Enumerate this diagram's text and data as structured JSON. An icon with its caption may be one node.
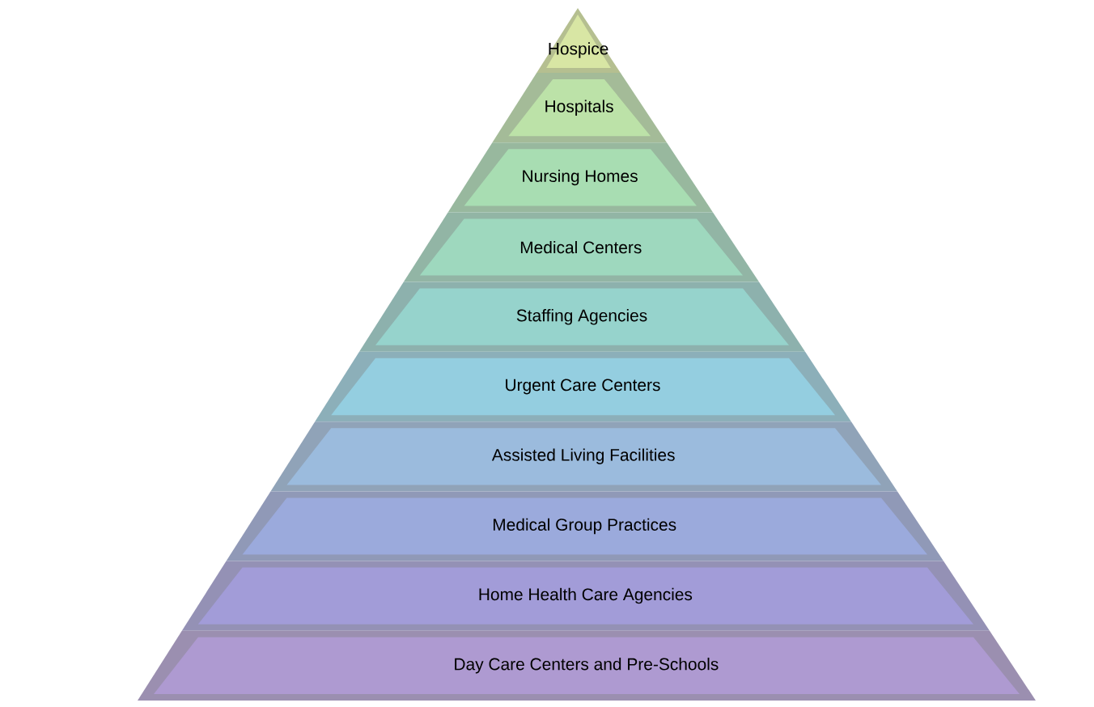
{
  "diagram": {
    "nodes": [
      {
        "text": [
          "Hospice"
        ]
      },
      {
        "text": [
          "Hospitals"
        ]
      },
      {
        "text": [
          "Nursing Homes"
        ]
      },
      {
        "text": [
          "Medical Centers"
        ]
      },
      {
        "text": [
          "Staffing Agencies"
        ]
      },
      {
        "text": [
          "Urgent Care Centers"
        ]
      },
      {
        "text": [
          "Assisted Living Facilities"
        ]
      },
      {
        "text": [
          "Medical Group Practices"
        ]
      },
      {
        "text": [
          "Home Health Care Agencies"
        ]
      },
      {
        "text": [
          "Day Care Centers and Pre-Schools"
        ]
      }
    ]
  }
}
